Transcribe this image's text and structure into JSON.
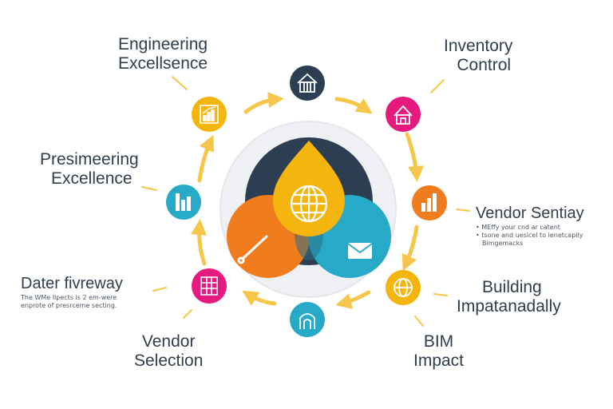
{
  "colors": {
    "yellow": "#f5b50f",
    "orange": "#f07c1e",
    "magenta": "#e6197f",
    "teal": "#26aac8",
    "navy": "#2e3e52",
    "gray_ring": "#e6e8ec",
    "arrow": "#f6c64a",
    "text": "#2f3d4c"
  },
  "nodes": [
    {
      "id": "top",
      "icon": "house-icon",
      "color": "navy"
    },
    {
      "id": "top-right",
      "icon": "barn-icon",
      "color": "magenta"
    },
    {
      "id": "right",
      "icon": "bar-chart-icon",
      "color": "orange"
    },
    {
      "id": "bottom-right",
      "icon": "globe-icon",
      "color": "yellow"
    },
    {
      "id": "bottom",
      "icon": "arch-door-icon",
      "color": "teal"
    },
    {
      "id": "bottom-left",
      "icon": "calendar-grid-icon",
      "color": "magenta"
    },
    {
      "id": "left",
      "icon": "bar-chart-icon",
      "color": "teal"
    },
    {
      "id": "top-left",
      "icon": "growth-chart-icon",
      "color": "yellow"
    }
  ],
  "center": {
    "drop_icon": "globe-icon",
    "left_icon": "pencil-icon",
    "right_icon": "envelope-icon"
  },
  "labels": {
    "engineering": {
      "line1": "Engineering",
      "line2": "Excellsence"
    },
    "inventory": {
      "line1": "Inventory",
      "line2": "Control"
    },
    "presimeering": {
      "line1": "Presimeering",
      "line2": "Excellence"
    },
    "vendor_sentiay": {
      "line1": "Vendor Sentiay"
    },
    "vendor_sentiay_note": {
      "line1": "• MEffy your cnd ar catent",
      "line2": "• tsone and uesicel to lenetcapily",
      "line3": "Bimgemacks"
    },
    "dater": {
      "line1": "Dater fivreway"
    },
    "dater_note": {
      "line1": "The WMe Ilpects is 2 em-were",
      "line2": "enprote of presrceme secting."
    },
    "building": {
      "line1": "Building",
      "line2": "Impatanadally"
    },
    "vendor_selection": {
      "line1": "Vendor",
      "line2": "Selection"
    },
    "bim": {
      "line1": "BIM",
      "line2": "Impact"
    }
  }
}
